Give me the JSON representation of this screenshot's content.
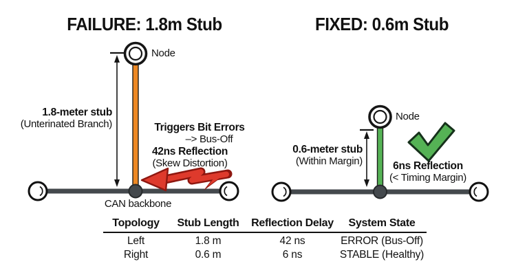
{
  "left_panel": {
    "title": "FAILURE: 1.8m Stub",
    "node_label": "Node",
    "stub_label": "1.8-meter stub",
    "stub_sublabel": "(Unterinated Branch)",
    "error_line1": "Triggers Bit Errors",
    "error_line2": "–> Bus-Off",
    "reflection_line1": "42ns Reflection",
    "reflection_line2": "(Skew Distortion)",
    "backbone_label": "CAN backbone",
    "stub_color": "#ED8824",
    "bolt_fill": "#DE3A2C",
    "bolt_outline": "#8E1710"
  },
  "right_panel": {
    "title": "FIXED: 0.6m Stub",
    "node_label": "Node",
    "stub_label": "0.6-meter stub",
    "stub_sublabel": "(Within Margin)",
    "reflection_line1": "6ns Reflection",
    "reflection_line2": "(< Timing Margin)",
    "stub_color": "#55B255",
    "check_fill": "#55B255",
    "check_outline": "#16311b"
  },
  "shared": {
    "backbone_color": "#44494D",
    "text_color": "#111111"
  },
  "table": {
    "headers": [
      "Topology",
      "Stub Length",
      "Reflection Delay",
      "System State"
    ],
    "rows": [
      [
        "Left",
        "1.8 m",
        "42 ns",
        "ERROR (Bus-Off)"
      ],
      [
        "Right",
        "0.6 m",
        "6 ns",
        "STABLE (Healthy)"
      ]
    ]
  }
}
